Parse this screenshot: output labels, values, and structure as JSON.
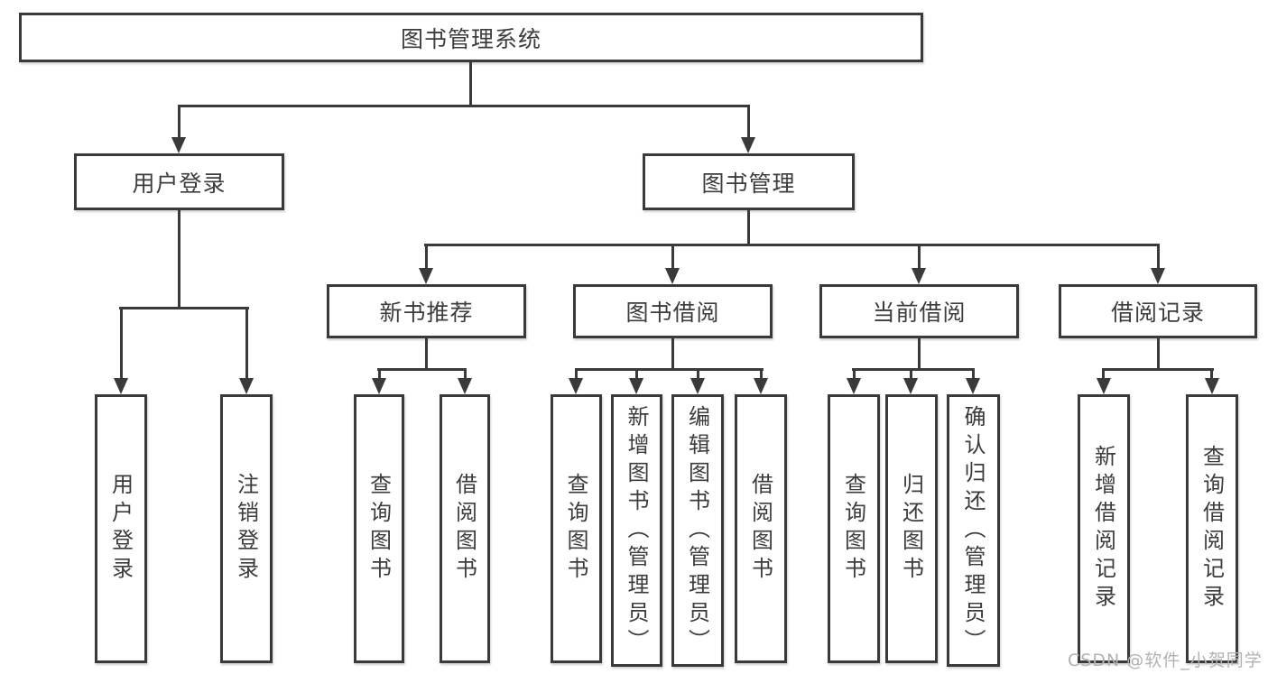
{
  "diagram": {
    "root": {
      "label": "图书管理系统"
    },
    "level2": [
      {
        "label": "用户登录"
      },
      {
        "label": "图书管理"
      }
    ],
    "level3": [
      {
        "label": "新书推荐"
      },
      {
        "label": "图书借阅"
      },
      {
        "label": "当前借阅"
      },
      {
        "label": "借阅记录"
      }
    ],
    "leaves": {
      "login": [
        "用户登录",
        "注销登录"
      ],
      "recommend": [
        "查询图书",
        "借阅图书"
      ],
      "borrow": [
        "查询图书",
        "新增图书（管理员）",
        "编辑图书（管理员）",
        "借阅图书"
      ],
      "current": [
        "查询图书",
        "归还图书",
        "确认归还（管理员）"
      ],
      "records": [
        "新增借阅记录",
        "查询借阅记录"
      ]
    }
  },
  "watermark": {
    "text": "CSDN @软件_小贺同学"
  },
  "colors": {
    "line": "#3a3a3a",
    "text": "#3c3c3c",
    "watermark": "#b2b2b2",
    "background": "#ffffff"
  }
}
